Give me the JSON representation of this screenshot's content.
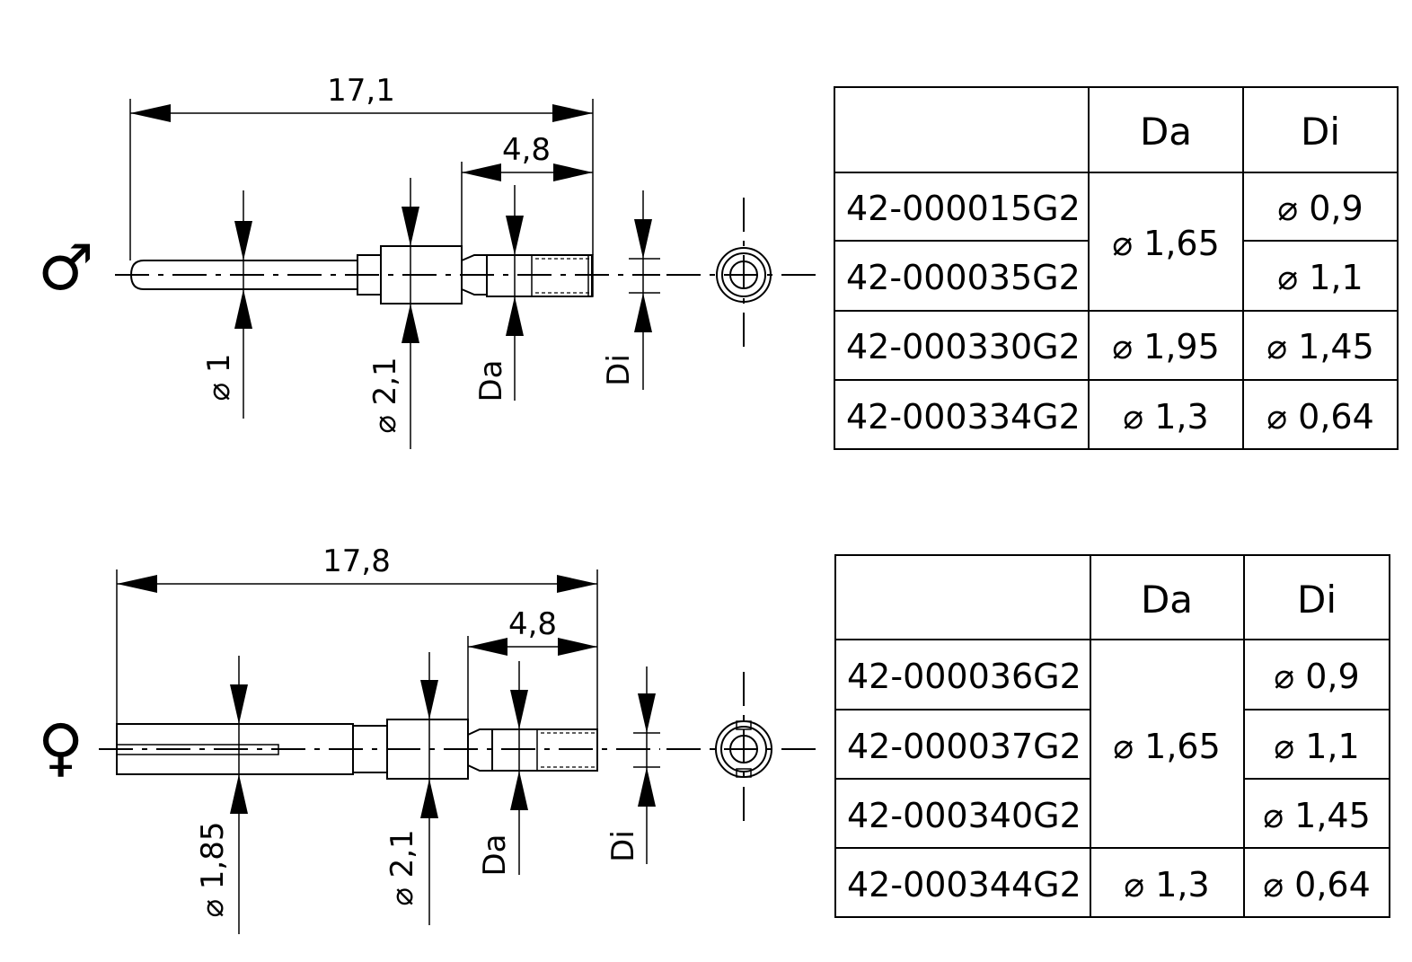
{
  "male": {
    "symbol": "♂",
    "dims": {
      "overall_length": "17,1",
      "crimp_length": "4,8",
      "pin_diameter": "⌀ 1",
      "collar_diameter": "⌀ 2,1",
      "outer_label": "Da",
      "inner_label": "Di"
    },
    "table": {
      "header": [
        "",
        "Da",
        "Di"
      ],
      "rows": [
        {
          "part": "42-000015G2",
          "da": "⌀ 1,65",
          "di": "⌀ 0,9"
        },
        {
          "part": "42-000035G2",
          "da": "",
          "di": "⌀ 1,1"
        },
        {
          "part": "42-000330G2",
          "da": "⌀ 1,95",
          "di": "⌀ 1,45"
        },
        {
          "part": "42-000334G2",
          "da": "⌀ 1,3",
          "di": "⌀ 0,64"
        }
      ]
    }
  },
  "female": {
    "symbol": "♀",
    "dims": {
      "overall_length": "17,8",
      "crimp_length": "4,8",
      "socket_diameter": "⌀ 1,85",
      "collar_diameter": "⌀ 2,1",
      "outer_label": "Da",
      "inner_label": "Di"
    },
    "table": {
      "header": [
        "",
        "Da",
        "Di"
      ],
      "rows": [
        {
          "part": "42-000036G2",
          "da": "⌀ 1,65",
          "di": "⌀ 0,9"
        },
        {
          "part": "42-000037G2",
          "da": "",
          "di": "⌀ 1,1"
        },
        {
          "part": "42-000340G2",
          "da": "",
          "di": "⌀ 1,45"
        },
        {
          "part": "42-000344G2",
          "da": "⌀ 1,3",
          "di": "⌀ 0,64"
        }
      ]
    }
  }
}
